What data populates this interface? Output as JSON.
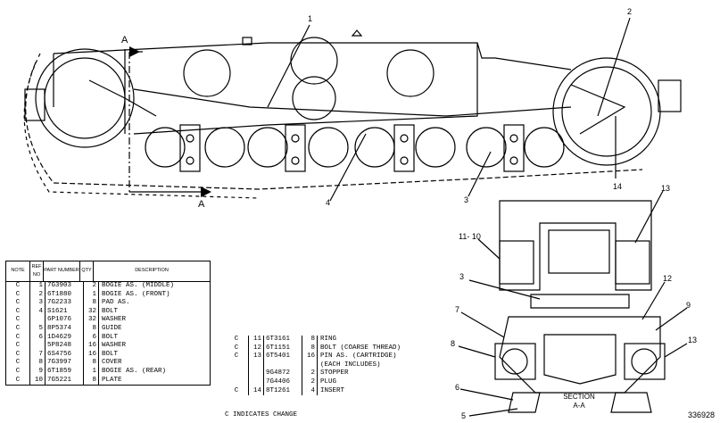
{
  "callouts": {
    "c1": "1",
    "c2": "2",
    "c3": "3",
    "c4": "4",
    "c14": "14",
    "a_top": "A",
    "a_bottom": "A",
    "s11_10": "11- 10",
    "s3": "3",
    "s7": "7",
    "s8": "8",
    "s6": "6",
    "s5": "5",
    "s13_top": "13",
    "s12": "12",
    "s9": "9",
    "s13_bot": "13"
  },
  "section_label": [
    "SECTION",
    "A-A"
  ],
  "figure_number": "336928",
  "table": {
    "headers": {
      "note": "NOTE",
      "ref": "REF NO",
      "part": "PART NUMBER",
      "qty": "QTY",
      "desc": "DESCRIPTION"
    },
    "rows": [
      {
        "note": "C",
        "ref": "1",
        "part": "7G3903",
        "qty": "2",
        "desc": "BOGIE AS. (MIDDLE)"
      },
      {
        "note": "C",
        "ref": "2",
        "part": "6T1880",
        "qty": "1",
        "desc": "BOGIE AS. (FRONT)"
      },
      {
        "note": "C",
        "ref": "3",
        "part": "7G2233",
        "qty": "8",
        "desc": "PAD AS."
      },
      {
        "note": "C",
        "ref": "4",
        "part": "S1621",
        "qty": "32",
        "desc": "BOLT"
      },
      {
        "note": "C",
        "ref": "",
        "part": "6P1076",
        "qty": "32",
        "desc": "WASHER"
      },
      {
        "note": "C",
        "ref": "5",
        "part": "8P5374",
        "qty": "8",
        "desc": "GUIDE"
      },
      {
        "note": "C",
        "ref": "6",
        "part": "1D4629",
        "qty": "6",
        "desc": "BOLT"
      },
      {
        "note": "C",
        "ref": "",
        "part": "5P8248",
        "qty": "16",
        "desc": "WASHER"
      },
      {
        "note": "C",
        "ref": "7",
        "part": "6S4756",
        "qty": "16",
        "desc": "BOLT"
      },
      {
        "note": "C",
        "ref": "8",
        "part": "7G3997",
        "qty": "8",
        "desc": "COVER"
      },
      {
        "note": "C",
        "ref": "9",
        "part": "6T1859",
        "qty": "1",
        "desc": "BOGIE AS. (REAR)"
      },
      {
        "note": "C",
        "ref": "10",
        "part": "7G5221",
        "qty": "8",
        "desc": "PLATE"
      }
    ]
  },
  "table2": {
    "rows": [
      {
        "note": "C",
        "ref": "11",
        "part": "6T3161",
        "qty": "8",
        "desc": "RING"
      },
      {
        "note": "C",
        "ref": "12",
        "part": "6T1151",
        "qty": "8",
        "desc": "BOLT (COARSE THREAD)"
      },
      {
        "note": "C",
        "ref": "13",
        "part": "6T5401",
        "qty": "16",
        "desc": "PIN AS. (CARTRIDGE)"
      },
      {
        "note": "",
        "ref": "",
        "part": "",
        "qty": "",
        "desc": "(EACH INCLUDES)"
      },
      {
        "note": "",
        "ref": "",
        "part": "9G4872",
        "qty": "2",
        "desc": "STOPPER"
      },
      {
        "note": "",
        "ref": "",
        "part": "7G4406",
        "qty": "2",
        "desc": "PLUG"
      },
      {
        "note": "C",
        "ref": "14",
        "part": "8T1261",
        "qty": "4",
        "desc": "INSERT"
      }
    ],
    "footnote": "C  INDICATES CHANGE"
  }
}
